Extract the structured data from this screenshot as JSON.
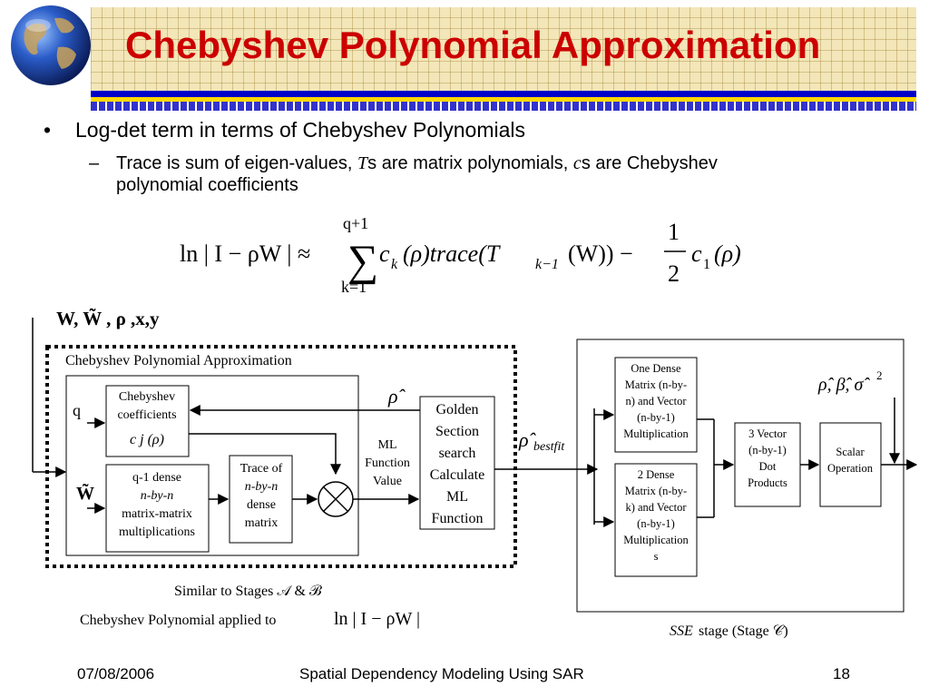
{
  "title": "Chebyshev Polynomial Approximation",
  "bullet": "Log-det term in terms of Chebyshev Polynomials",
  "sub_bullet": {
    "prefix": "Trace is sum of eigen-values, ",
    "t_symbol": "T",
    "mid": "s are matrix polynomials, ",
    "c_symbol": "c",
    "suffix_line1": "s are Chebyshev",
    "line2": "polynomial coefficients"
  },
  "equation": {
    "lhs": "ln | I − ρW | ≈",
    "sum_upper": "q+1",
    "sum_lower": "k=1",
    "term": "c",
    "term_sub": "k",
    "term_rest": "(ρ)trace(T",
    "T_sub": "k−1",
    "W": "(W)) −",
    "frac_num": "1",
    "frac_den": "2",
    "last": "c",
    "last_sub": "1",
    "last_rest": "(ρ)"
  },
  "inputs_label": "W, W̃ , ρ ,x,y",
  "diagram": {
    "box_title": "Chebyshev Polynomial Approximation",
    "q_label": "q",
    "w_tilde_label": "W̃",
    "cheb_coeff": [
      "Chebyshev",
      "coefficients",
      "c j (ρ)"
    ],
    "q1_dense": [
      "q-1 dense",
      "n-by-n",
      "matrix-matrix",
      "multiplications"
    ],
    "trace": [
      "Trace of",
      "n-by-n",
      "dense",
      "matrix"
    ],
    "rho_hat": "ρ̂",
    "ml_function": [
      "ML",
      "Function",
      "Value"
    ],
    "golden": [
      "Golden",
      "Section",
      "search",
      "Calculate",
      "ML",
      "Function"
    ],
    "rho_best": "ρ̂",
    "rho_best_sub": "bestfit",
    "one_dense": [
      "One Dense",
      "Matrix (n-by-",
      "n) and Vector",
      "(n-by-1)",
      "Multiplication"
    ],
    "two_dense": [
      "2 Dense",
      "Matrix (n-by-",
      "k) and Vector",
      "(n-by-1)",
      "Multiplication",
      "s"
    ],
    "three_vector": [
      "3 Vector",
      "(n-by-1)",
      "Dot",
      "Products"
    ],
    "scalar": [
      "Scalar",
      "Operation"
    ],
    "params_label": "ρ̂, β̂, σ̂",
    "sigma_sup": "2",
    "similar_label": "Similar to Stages 𝒜 & ℬ",
    "applied_label": "Chebyshev Polynomial applied to",
    "applied_expr": "ln | I − ρW |",
    "sse_label": "SSE",
    "sse_rest": " stage (Stage 𝒞)"
  },
  "footer": {
    "date": "07/08/2006",
    "center": "Spatial Dependency Modeling Using SAR",
    "page": "18"
  },
  "colors": {
    "title": "#cc0000",
    "banner": "#f3e6b8",
    "stripe_blue": "#0000c8",
    "stripe_yellow": "#ffd800"
  }
}
